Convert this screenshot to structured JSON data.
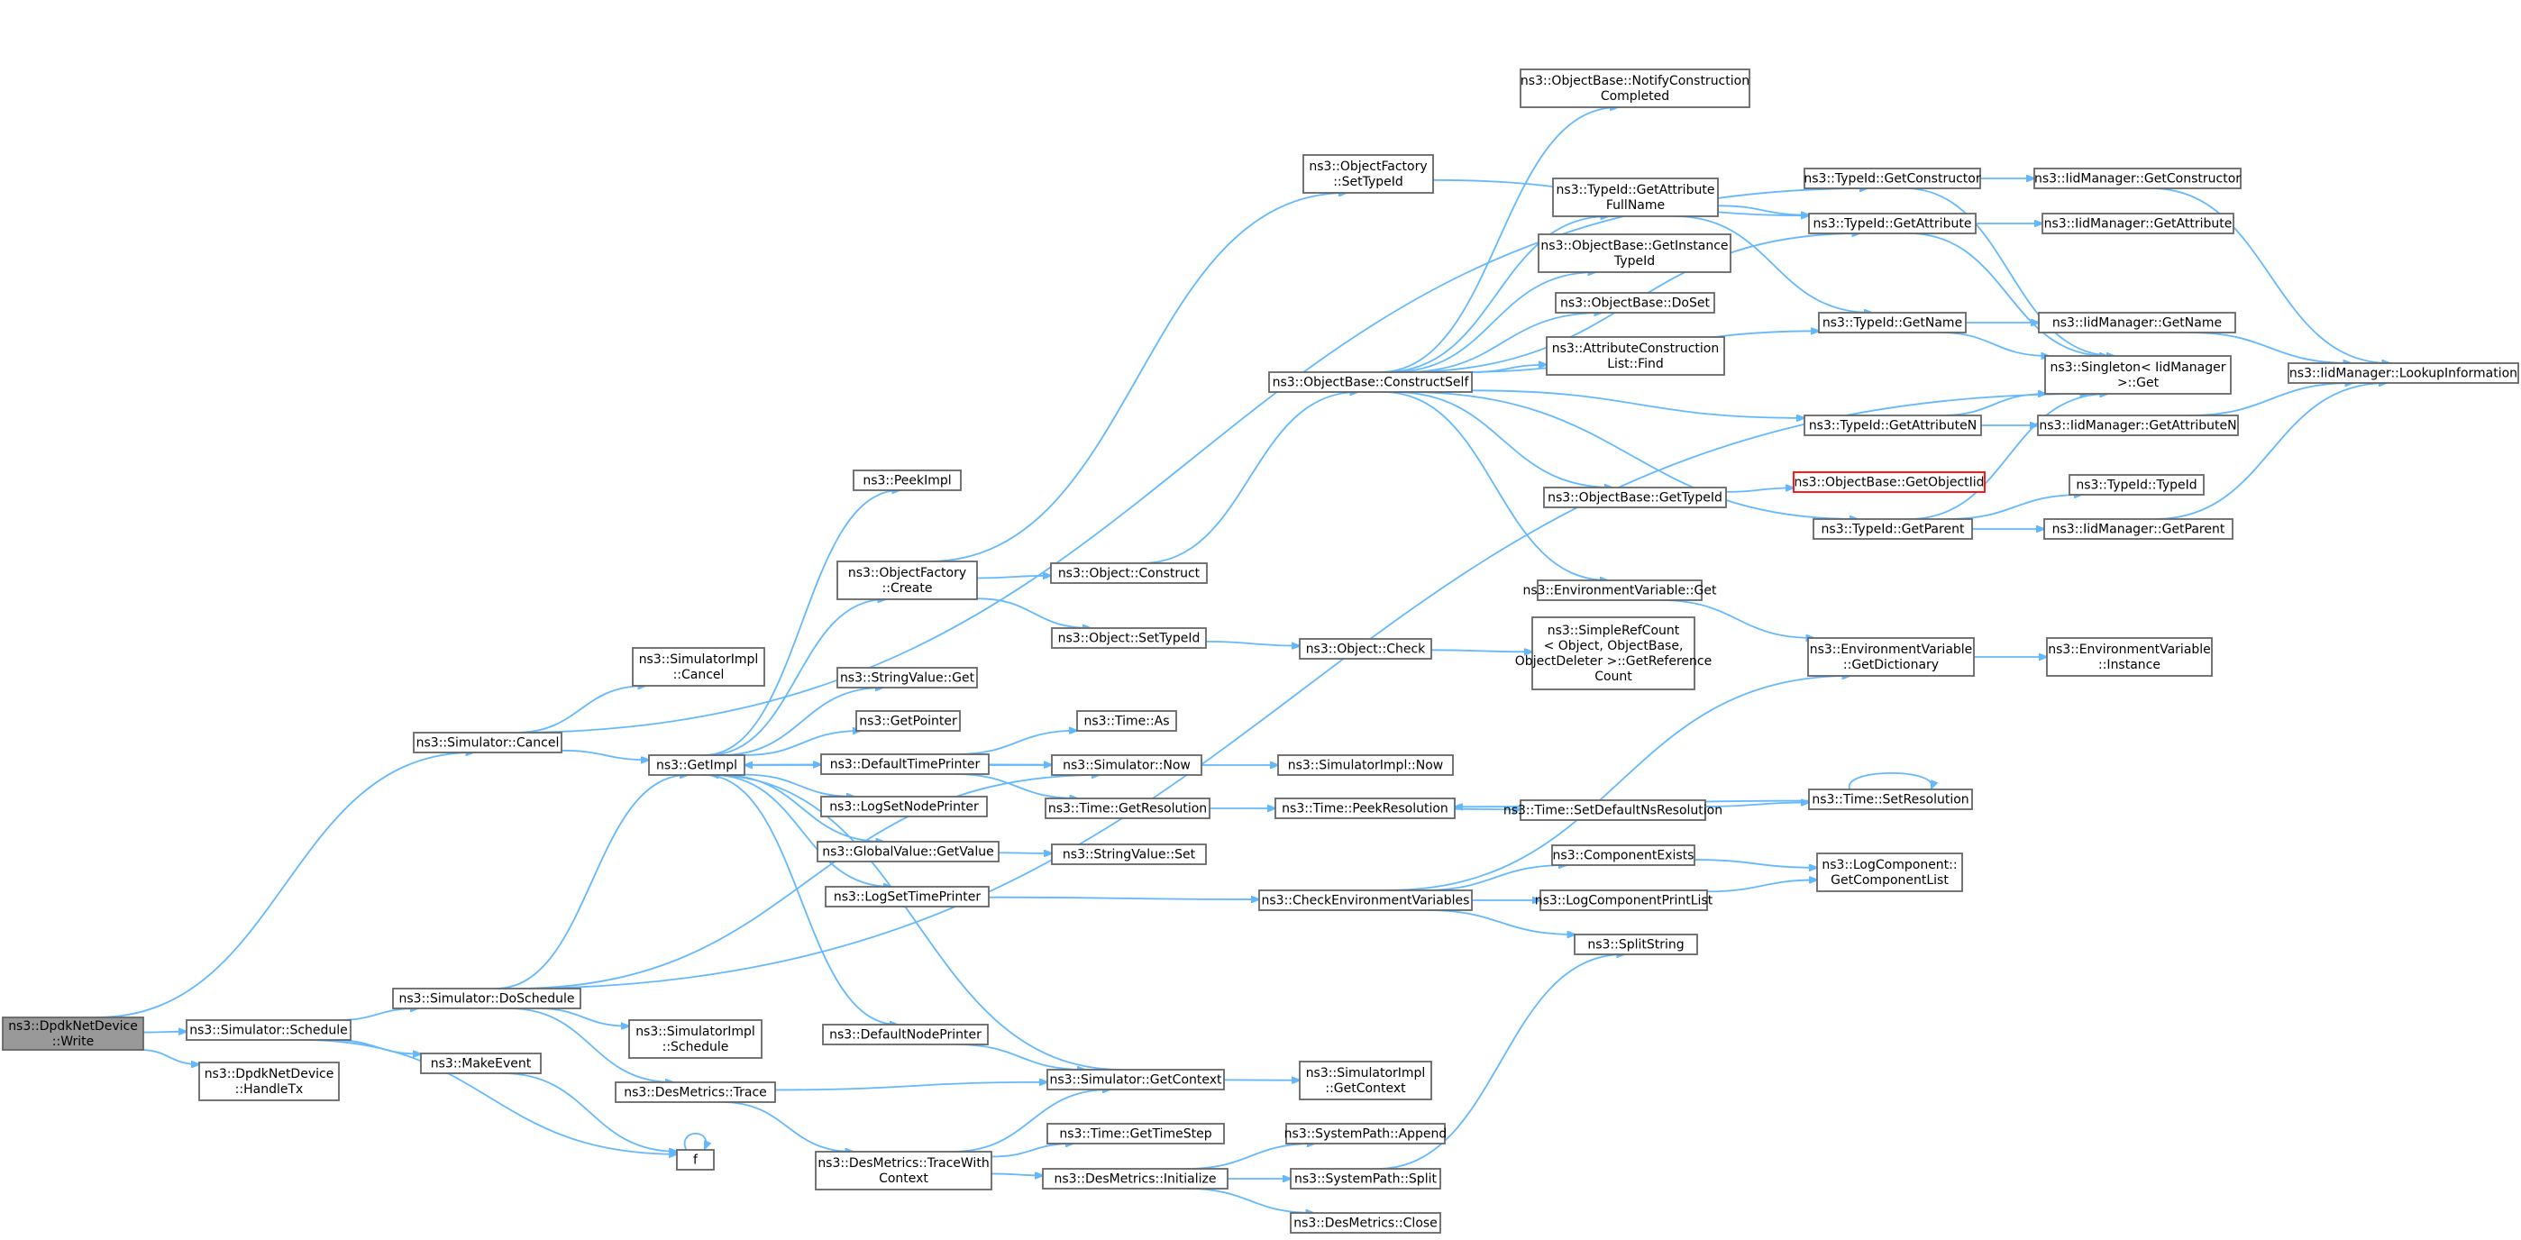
{
  "nodes": [
    {
      "id": "write",
      "lines": [
        "ns3::DpdkNetDevice",
        "::Write"
      ],
      "kind": "root"
    },
    {
      "id": "sim_schedule",
      "lines": [
        "ns3::Simulator::Schedule"
      ]
    },
    {
      "id": "handletx",
      "lines": [
        "ns3::DpdkNetDevice",
        "::HandleTx"
      ]
    },
    {
      "id": "sim_cancel",
      "lines": [
        "ns3::Simulator::Cancel"
      ]
    },
    {
      "id": "simimpl_cancel",
      "lines": [
        "ns3::SimulatorImpl",
        "::Cancel"
      ]
    },
    {
      "id": "getimpl",
      "lines": [
        "ns3::GetImpl"
      ]
    },
    {
      "id": "peekimpl",
      "lines": [
        "ns3::PeekImpl"
      ]
    },
    {
      "id": "objfactory_create",
      "lines": [
        "ns3::ObjectFactory",
        "::Create"
      ]
    },
    {
      "id": "stringvalue_get",
      "lines": [
        "ns3::StringValue::Get"
      ]
    },
    {
      "id": "getpointer",
      "lines": [
        "ns3::GetPointer"
      ]
    },
    {
      "id": "defaulttimeprinter",
      "lines": [
        "ns3::DefaultTimePrinter"
      ]
    },
    {
      "id": "logsetnodeprinter",
      "lines": [
        "ns3::LogSetNodePrinter"
      ]
    },
    {
      "id": "globalvalue_getvalue",
      "lines": [
        "ns3::GlobalValue::GetValue"
      ]
    },
    {
      "id": "logsettimeprinter",
      "lines": [
        "ns3::LogSetTimePrinter"
      ]
    },
    {
      "id": "defaultnodeprinter",
      "lines": [
        "ns3::DefaultNodePrinter"
      ]
    },
    {
      "id": "sim_doschedule",
      "lines": [
        "ns3::Simulator::DoSchedule"
      ]
    },
    {
      "id": "makeevent",
      "lines": [
        "ns3::MakeEvent"
      ]
    },
    {
      "id": "simimpl_schedule",
      "lines": [
        "ns3::SimulatorImpl",
        "::Schedule"
      ]
    },
    {
      "id": "desmetrics_trace",
      "lines": [
        "ns3::DesMetrics::Trace"
      ]
    },
    {
      "id": "f",
      "lines": [
        "f"
      ]
    },
    {
      "id": "desmetrics_tracewithcontext",
      "lines": [
        "ns3::DesMetrics::TraceWith",
        "Context"
      ]
    },
    {
      "id": "sim_getcontext",
      "lines": [
        "ns3::Simulator::GetContext"
      ]
    },
    {
      "id": "simimpl_getcontext",
      "lines": [
        "ns3::SimulatorImpl",
        "::GetContext"
      ]
    },
    {
      "id": "time_gettimestep",
      "lines": [
        "ns3::Time::GetTimeStep"
      ]
    },
    {
      "id": "desmetrics_initialize",
      "lines": [
        "ns3::DesMetrics::Initialize"
      ]
    },
    {
      "id": "systempath_append",
      "lines": [
        "ns3::SystemPath::Append"
      ]
    },
    {
      "id": "systempath_split",
      "lines": [
        "ns3::SystemPath::Split"
      ]
    },
    {
      "id": "desmetrics_close",
      "lines": [
        "ns3::DesMetrics::Close"
      ]
    },
    {
      "id": "objfactory_settypeid",
      "lines": [
        "ns3::ObjectFactory",
        "::SetTypeId"
      ]
    },
    {
      "id": "object_construct",
      "lines": [
        "ns3::Object::Construct"
      ]
    },
    {
      "id": "object_settypeid",
      "lines": [
        "ns3::Object::SetTypeId"
      ]
    },
    {
      "id": "object_check",
      "lines": [
        "ns3::Object::Check"
      ]
    },
    {
      "id": "simplerefcount",
      "lines": [
        "ns3::SimpleRefCount",
        "< Object, ObjectBase,",
        "ObjectDeleter >::GetReference",
        "Count"
      ]
    },
    {
      "id": "time_as",
      "lines": [
        "ns3::Time::As"
      ]
    },
    {
      "id": "sim_now",
      "lines": [
        "ns3::Simulator::Now"
      ]
    },
    {
      "id": "simimpl_now",
      "lines": [
        "ns3::SimulatorImpl::Now"
      ]
    },
    {
      "id": "time_getresolution",
      "lines": [
        "ns3::Time::GetResolution"
      ]
    },
    {
      "id": "time_peekresolution",
      "lines": [
        "ns3::Time::PeekResolution"
      ]
    },
    {
      "id": "time_setdefaultnsres",
      "lines": [
        "ns3::Time::SetDefaultNsResolution"
      ]
    },
    {
      "id": "time_setresolution",
      "lines": [
        "ns3::Time::SetResolution"
      ]
    },
    {
      "id": "stringvalue_set",
      "lines": [
        "ns3::StringValue::Set"
      ]
    },
    {
      "id": "checkenvvars",
      "lines": [
        "ns3::CheckEnvironmentVariables"
      ]
    },
    {
      "id": "componentexists",
      "lines": [
        "ns3::ComponentExists"
      ]
    },
    {
      "id": "logcomponentprintlist",
      "lines": [
        "ns3::LogComponentPrintList"
      ]
    },
    {
      "id": "splitstring",
      "lines": [
        "ns3::SplitString"
      ]
    },
    {
      "id": "logcomponent_getlist",
      "lines": [
        "ns3::LogComponent::",
        "GetComponentList"
      ]
    },
    {
      "id": "envvar_getdictionary",
      "lines": [
        "ns3::EnvironmentVariable",
        "::GetDictionary"
      ]
    },
    {
      "id": "envvar_instance",
      "lines": [
        "ns3::EnvironmentVariable",
        "::Instance"
      ]
    },
    {
      "id": "envvar_get",
      "lines": [
        "ns3::EnvironmentVariable::Get"
      ]
    },
    {
      "id": "objbase_constructself",
      "lines": [
        "ns3::ObjectBase::ConstructSelf"
      ]
    },
    {
      "id": "objbase_notify",
      "lines": [
        "ns3::ObjectBase::NotifyConstruction",
        "Completed"
      ]
    },
    {
      "id": "typeid_getattrfullname",
      "lines": [
        "ns3::TypeId::GetAttribute",
        "FullName"
      ]
    },
    {
      "id": "objbase_getinstancetypeid",
      "lines": [
        "ns3::ObjectBase::GetInstance",
        "TypeId"
      ]
    },
    {
      "id": "objbase_doset",
      "lines": [
        "ns3::ObjectBase::DoSet"
      ]
    },
    {
      "id": "attrconstructionlist_find",
      "lines": [
        "ns3::AttributeConstruction",
        "List::Find"
      ]
    },
    {
      "id": "objbase_gettypeid",
      "lines": [
        "ns3::ObjectBase::GetTypeId"
      ]
    },
    {
      "id": "objbase_getobjectiid",
      "lines": [
        "ns3::ObjectBase::GetObjectIid"
      ],
      "kind": "warn"
    },
    {
      "id": "typeid_getconstructor",
      "lines": [
        "ns3::TypeId::GetConstructor"
      ]
    },
    {
      "id": "typeid_getattribute",
      "lines": [
        "ns3::TypeId::GetAttribute"
      ]
    },
    {
      "id": "typeid_getname",
      "lines": [
        "ns3::TypeId::GetName"
      ]
    },
    {
      "id": "typeid_getattributen",
      "lines": [
        "ns3::TypeId::GetAttributeN"
      ]
    },
    {
      "id": "typeid_getparent",
      "lines": [
        "ns3::TypeId::GetParent"
      ]
    },
    {
      "id": "iidmgr_getconstructor",
      "lines": [
        "ns3::IidManager::GetConstructor"
      ]
    },
    {
      "id": "iidmgr_getattribute",
      "lines": [
        "ns3::IidManager::GetAttribute"
      ]
    },
    {
      "id": "iidmgr_getname",
      "lines": [
        "ns3::IidManager::GetName"
      ]
    },
    {
      "id": "singleton_get",
      "lines": [
        "ns3::Singleton< IidManager",
        ">::Get"
      ]
    },
    {
      "id": "iidmgr_getattributen",
      "lines": [
        "ns3::IidManager::GetAttributeN"
      ]
    },
    {
      "id": "typeid_typeid",
      "lines": [
        "ns3::TypeId::TypeId"
      ]
    },
    {
      "id": "iidmgr_getparent",
      "lines": [
        "ns3::IidManager::GetParent"
      ]
    },
    {
      "id": "iidmgr_lookupinfo",
      "lines": [
        "ns3::IidManager::LookupInformation"
      ]
    }
  ],
  "edges": [
    [
      "write",
      "sim_schedule"
    ],
    [
      "write",
      "handletx"
    ],
    [
      "write",
      "sim_cancel"
    ],
    [
      "sim_cancel",
      "simimpl_cancel"
    ],
    [
      "sim_cancel",
      "getimpl"
    ],
    [
      "sim_cancel",
      "typeid_getconstructor"
    ],
    [
      "sim_schedule",
      "sim_doschedule"
    ],
    [
      "sim_schedule",
      "makeevent"
    ],
    [
      "sim_schedule",
      "f"
    ],
    [
      "sim_doschedule",
      "getimpl"
    ],
    [
      "sim_doschedule",
      "simimpl_schedule"
    ],
    [
      "sim_doschedule",
      "desmetrics_trace"
    ],
    [
      "sim_doschedule",
      "sim_now"
    ],
    [
      "sim_doschedule",
      "singleton_get"
    ],
    [
      "makeevent",
      "f"
    ],
    [
      "f",
      "f"
    ],
    [
      "desmetrics_trace",
      "sim_getcontext"
    ],
    [
      "desmetrics_trace",
      "desmetrics_tracewithcontext"
    ],
    [
      "desmetrics_tracewithcontext",
      "sim_getcontext"
    ],
    [
      "desmetrics_tracewithcontext",
      "time_gettimestep"
    ],
    [
      "desmetrics_tracewithcontext",
      "desmetrics_initialize"
    ],
    [
      "desmetrics_initialize",
      "systempath_append"
    ],
    [
      "desmetrics_initialize",
      "systempath_split"
    ],
    [
      "desmetrics_initialize",
      "desmetrics_close"
    ],
    [
      "systempath_split",
      "splitstring"
    ],
    [
      "sim_getcontext",
      "getimpl"
    ],
    [
      "sim_getcontext",
      "simimpl_getcontext"
    ],
    [
      "defaultnodeprinter",
      "sim_getcontext"
    ],
    [
      "getimpl",
      "peekimpl"
    ],
    [
      "getimpl",
      "objfactory_create"
    ],
    [
      "getimpl",
      "stringvalue_get"
    ],
    [
      "getimpl",
      "getpointer"
    ],
    [
      "getimpl",
      "defaulttimeprinter"
    ],
    [
      "getimpl",
      "logsetnodeprinter"
    ],
    [
      "getimpl",
      "globalvalue_getvalue"
    ],
    [
      "getimpl",
      "logsettimeprinter"
    ],
    [
      "getimpl",
      "defaultnodeprinter"
    ],
    [
      "sim_now",
      "getimpl"
    ],
    [
      "sim_now",
      "simimpl_now"
    ],
    [
      "objfactory_create",
      "object_construct"
    ],
    [
      "objfactory_create",
      "object_settypeid"
    ],
    [
      "objfactory_create",
      "objfactory_settypeid"
    ],
    [
      "objfactory_settypeid",
      "typeid_getattribute"
    ],
    [
      "object_construct",
      "objbase_constructself"
    ],
    [
      "object_settypeid",
      "object_check"
    ],
    [
      "object_check",
      "simplerefcount"
    ],
    [
      "defaulttimeprinter",
      "time_as"
    ],
    [
      "defaulttimeprinter",
      "sim_now"
    ],
    [
      "defaulttimeprinter",
      "time_getresolution"
    ],
    [
      "time_getresolution",
      "time_peekresolution"
    ],
    [
      "time_peekresolution",
      "time_setdefaultnsres"
    ],
    [
      "time_setdefaultnsres",
      "time_setresolution"
    ],
    [
      "time_setresolution",
      "time_peekresolution"
    ],
    [
      "time_setresolution",
      "time_setresolution"
    ],
    [
      "globalvalue_getvalue",
      "stringvalue_set"
    ],
    [
      "logsettimeprinter",
      "checkenvvars"
    ],
    [
      "checkenvvars",
      "componentexists"
    ],
    [
      "checkenvvars",
      "logcomponentprintlist"
    ],
    [
      "checkenvvars",
      "splitstring"
    ],
    [
      "checkenvvars",
      "envvar_getdictionary"
    ],
    [
      "componentexists",
      "logcomponent_getlist"
    ],
    [
      "logcomponentprintlist",
      "logcomponent_getlist"
    ],
    [
      "envvar_getdictionary",
      "envvar_instance"
    ],
    [
      "envvar_get",
      "envvar_getdictionary"
    ],
    [
      "objbase_constructself",
      "objbase_notify"
    ],
    [
      "objbase_constructself",
      "typeid_getattrfullname"
    ],
    [
      "objbase_constructself",
      "objbase_getinstancetypeid"
    ],
    [
      "objbase_constructself",
      "objbase_doset"
    ],
    [
      "objbase_constructself",
      "attrconstructionlist_find"
    ],
    [
      "objbase_constructself",
      "objbase_gettypeid"
    ],
    [
      "objbase_constructself",
      "envvar_get"
    ],
    [
      "objbase_constructself",
      "typeid_getattribute"
    ],
    [
      "objbase_constructself",
      "typeid_getname"
    ],
    [
      "objbase_constructself",
      "typeid_getattributen"
    ],
    [
      "objbase_constructself",
      "typeid_getparent"
    ],
    [
      "objbase_gettypeid",
      "objbase_getobjectiid"
    ],
    [
      "typeid_getattrfullname",
      "typeid_getattribute"
    ],
    [
      "typeid_getattrfullname",
      "typeid_getname"
    ],
    [
      "typeid_getconstructor",
      "iidmgr_getconstructor"
    ],
    [
      "typeid_getconstructor",
      "singleton_get"
    ],
    [
      "typeid_getattribute",
      "iidmgr_getattribute"
    ],
    [
      "typeid_getattribute",
      "singleton_get"
    ],
    [
      "typeid_getname",
      "iidmgr_getname"
    ],
    [
      "typeid_getname",
      "singleton_get"
    ],
    [
      "typeid_getattributen",
      "iidmgr_getattributen"
    ],
    [
      "typeid_getattributen",
      "singleton_get"
    ],
    [
      "typeid_getparent",
      "iidmgr_getparent"
    ],
    [
      "typeid_getparent",
      "typeid_typeid"
    ],
    [
      "typeid_getparent",
      "singleton_get"
    ],
    [
      "iidmgr_getconstructor",
      "iidmgr_lookupinfo"
    ],
    [
      "iidmgr_getname",
      "iidmgr_lookupinfo"
    ],
    [
      "iidmgr_getattributen",
      "iidmgr_lookupinfo"
    ],
    [
      "iidmgr_getparent",
      "iidmgr_lookupinfo"
    ]
  ],
  "colors": {
    "edge": "#63b8ff",
    "node_border": "#666666",
    "root_fill": "#999999",
    "warn_border": "#ff0000"
  }
}
